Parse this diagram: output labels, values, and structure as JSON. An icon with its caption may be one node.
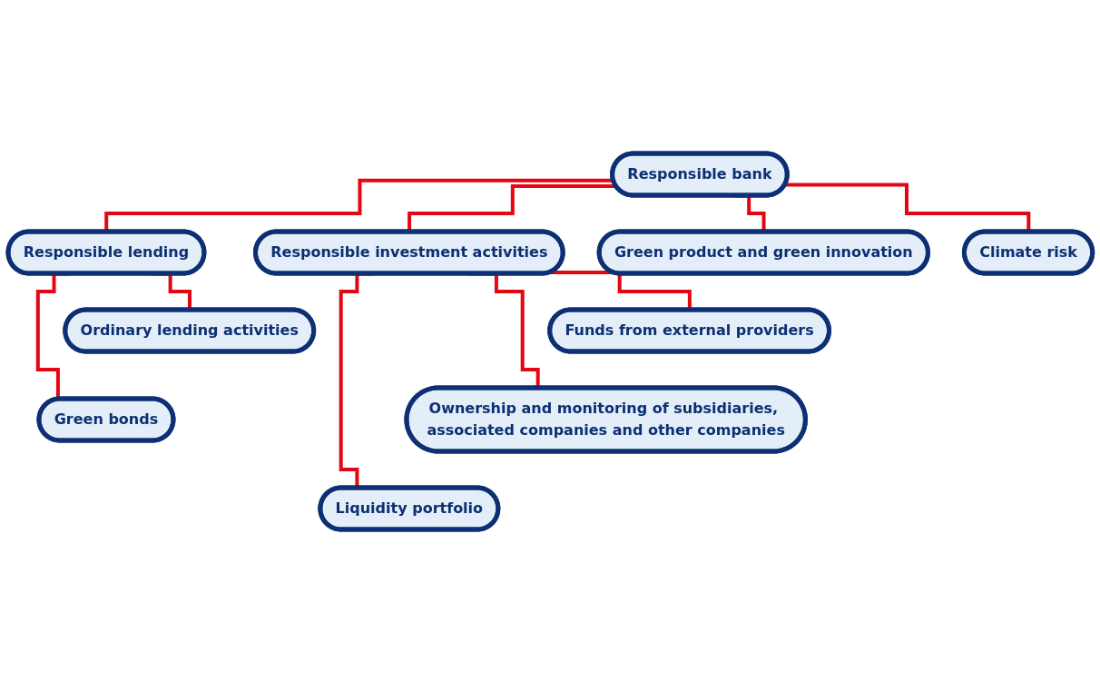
{
  "diagram": {
    "nodes": [
      {
        "text": [
          "Responsible bank"
        ]
      },
      {
        "text": [
          "Responsible lending"
        ]
      },
      {
        "text": [
          "Responsible investment activities"
        ]
      },
      {
        "text": [
          "Green product and green innovation"
        ]
      },
      {
        "text": [
          "Climate risk"
        ]
      },
      {
        "text": [
          "Ordinary lending activities"
        ]
      },
      {
        "text": [
          "Green bonds"
        ]
      },
      {
        "text": [
          "Funds from external providers"
        ]
      },
      {
        "text": [
          "Ownership and monitoring of subsidiaries, associated companies and other companies"
        ]
      },
      {
        "text": [
          "Liquidity portfolio"
        ]
      }
    ],
    "edges": [
      {
        "from": 0,
        "to": 1,
        "arrow": "none"
      },
      {
        "from": 0,
        "to": 2,
        "arrow": "none"
      },
      {
        "from": 0,
        "to": 3,
        "arrow": "none"
      },
      {
        "from": 0,
        "to": 4,
        "arrow": "none"
      },
      {
        "from": 1,
        "to": 5,
        "arrow": "none"
      },
      {
        "from": 1,
        "to": 6,
        "arrow": "none"
      },
      {
        "from": 2,
        "to": 7,
        "arrow": "none"
      },
      {
        "from": 2,
        "to": 8,
        "arrow": "none"
      },
      {
        "from": 2,
        "to": 9,
        "arrow": "none"
      }
    ]
  }
}
